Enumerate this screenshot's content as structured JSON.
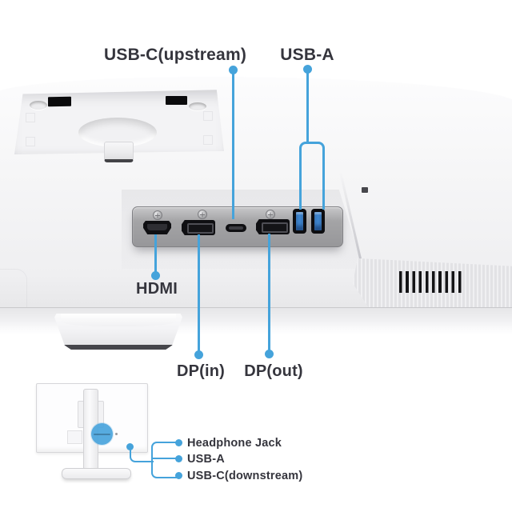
{
  "colors": {
    "accent": "#45a3db",
    "label_text": "#35353d",
    "usb_a_insert": "#3f86cf",
    "panel_gray": "#9b9b9e"
  },
  "rear_view": {
    "usb_c_upstream_label": "USB-C(upstream)",
    "usb_a_label": "USB-A",
    "hdmi_label": "HDMI",
    "dp_in_label": "DP(in)",
    "dp_out_label": "DP(out)"
  },
  "side_view": {
    "headphone_jack_label": "Headphone Jack",
    "usb_a_label": "USB-A",
    "usb_c_downstream_label": "USB-C(downstream)"
  }
}
